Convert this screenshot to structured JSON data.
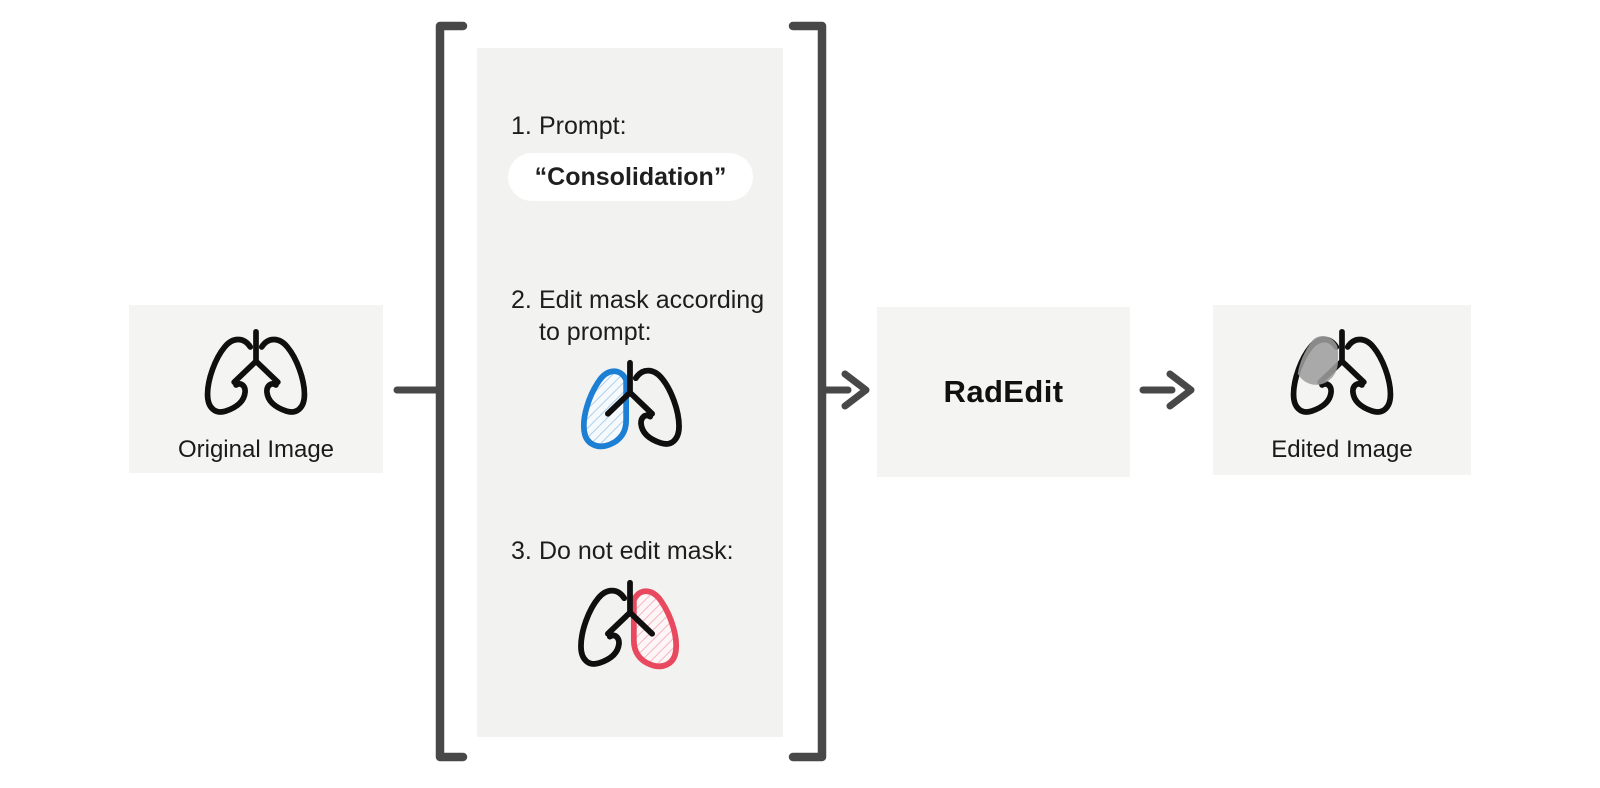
{
  "boxes": {
    "original": {
      "label": "Original Image"
    },
    "model": {
      "label": "RadEdit"
    },
    "edited": {
      "label": "Edited Image"
    }
  },
  "panel": {
    "steps": [
      {
        "number": "1.",
        "text": "Prompt:"
      },
      {
        "number": "2.",
        "text": "Edit mask according to prompt:"
      },
      {
        "number": "3.",
        "text": "Do not edit mask:"
      }
    ],
    "prompt_value": "“Consolidation”"
  },
  "icons": {
    "original": "lungs-icon",
    "edit_mask": "lungs-edit-mask-icon",
    "keep_mask": "lungs-do-not-edit-mask-icon",
    "edited": "lungs-consolidation-icon",
    "flow": [
      "bracket-left-icon",
      "bracket-right-icon",
      "arrow-right-icon"
    ]
  },
  "colors": {
    "background": "#ffffff",
    "box_bg": "#f4f4f2",
    "panel_bg": "#f2f2f0",
    "connector_gray": "#484848",
    "edit_mask_blue": "#1d7fd3",
    "keep_mask_red": "#e8495f",
    "consolidation_gray": "#9d9d9d",
    "line_black": "#0f0f0f"
  }
}
